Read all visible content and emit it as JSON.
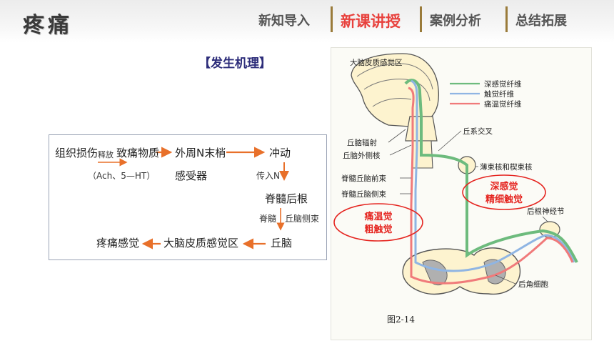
{
  "header": {
    "title": "疼痛",
    "tabs": [
      {
        "label": "新知导入",
        "active": false
      },
      {
        "label": "新课讲授",
        "active": true
      },
      {
        "label": "案例分析",
        "active": false
      },
      {
        "label": "总结拓展",
        "active": false
      }
    ],
    "active_color": "#e8413d",
    "separator_color": "#9a7b3a"
  },
  "section": {
    "title": "【发生机理】"
  },
  "flow": {
    "tissue_damage": "组织损伤",
    "release": "释放",
    "pain_substance": "致痛物质",
    "substances": "（Ach、5—HT）",
    "nerve_endings": "外周N末梢",
    "receptor": "感受器",
    "impulse": "冲动",
    "afferent": "传入N",
    "dorsal_root": "脊髓后根",
    "spinal": "脊髓",
    "spinothalamic": "丘脑侧束",
    "thalamus": "丘脑",
    "cortex": "大脑皮质感觉区",
    "pain_sensation": "疼痛感觉",
    "arrow_color": "#e8702a"
  },
  "diagram": {
    "cortex_label": "大脑皮质感觉区",
    "legend": [
      {
        "label": "深感觉纤维",
        "color": "#6dbb7d"
      },
      {
        "label": "触觉纤维",
        "color": "#8fb5e3"
      },
      {
        "label": "痛温觉纤维",
        "color": "#f07a7a"
      }
    ],
    "labels": {
      "thalamic_radiation": "丘脑辐射",
      "lateral_thalamic_nucleus": "丘脑外侧核",
      "lemniscal_decussation": "丘系交叉",
      "gracile_cuneate": "薄束核和楔束核",
      "anterior_spinothalamic": "脊髓丘脑前束",
      "lateral_spinothalamic": "脊髓丘脑侧束",
      "dorsal_root_ganglion": "后根神经节",
      "posterior_horn": "后角细胞",
      "figure": "图2-14"
    },
    "callout_deep_line1": "深感觉",
    "callout_deep_line2": "精细触觉",
    "callout_pain_line1": "痛温觉",
    "callout_pain_line2": "粗触觉",
    "callout_color": "#e52520"
  }
}
